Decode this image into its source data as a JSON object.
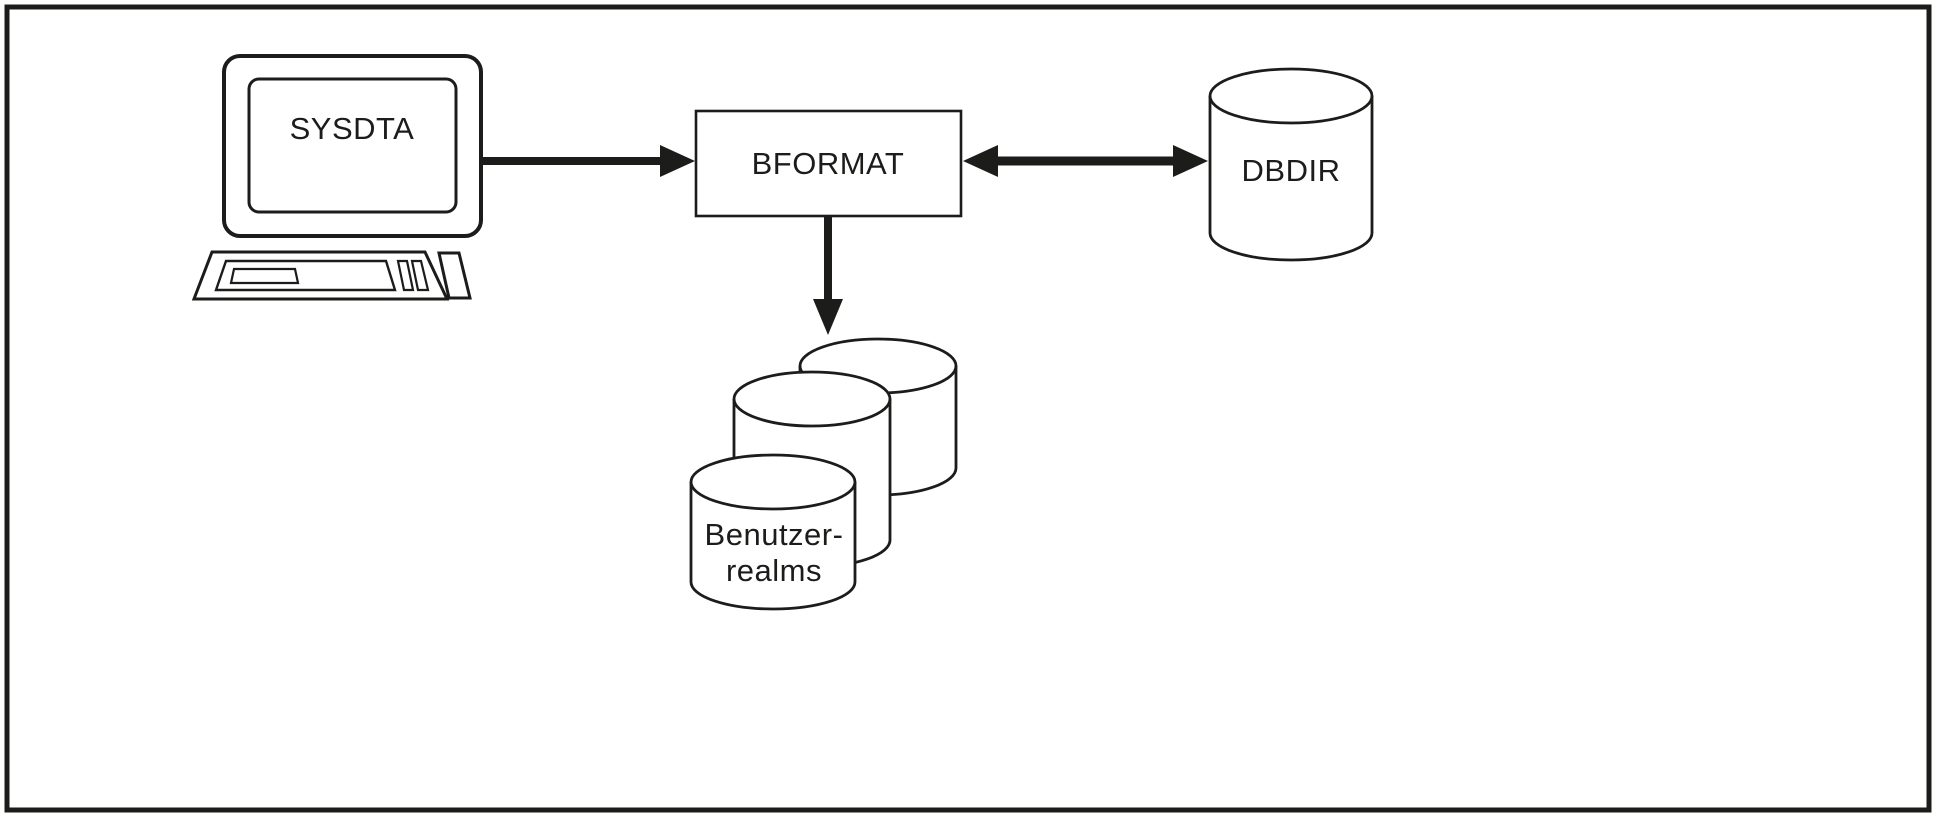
{
  "diagram": {
    "title_hint": "BFORMAT data flow diagram",
    "nodes": {
      "terminal": {
        "label": "SYSDTA"
      },
      "process": {
        "label": "BFORMAT"
      },
      "dbdir": {
        "label": "DBDIR"
      },
      "realms": {
        "label_line1": "Benutzer-",
        "label_line2": "realms"
      }
    },
    "colors": {
      "stroke": "#1c1c1b",
      "background": "#ffffff"
    },
    "icons": {
      "terminal": "terminal-icon",
      "dbdir": "database-cylinder-icon",
      "realms": "database-cylinder-stack-icon"
    }
  }
}
